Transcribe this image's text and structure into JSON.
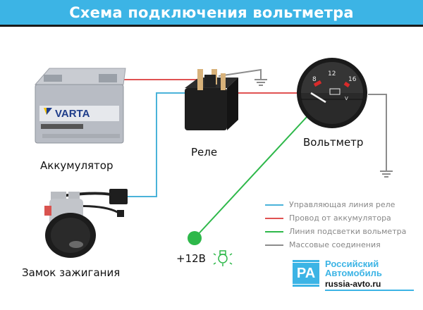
{
  "header": {
    "title": "Схема подключения вольтметра"
  },
  "components": {
    "battery": {
      "label": "Аккумулятор",
      "brand": "VARTA",
      "icon": "car-battery-icon"
    },
    "relay": {
      "label": "Реле",
      "icon": "relay-icon"
    },
    "voltmeter": {
      "label": "Вольтметр",
      "icon": "voltmeter-gauge-icon",
      "scale": [
        "8",
        "12",
        "16"
      ],
      "unit": "V"
    },
    "ignition": {
      "label": "Замок зажигания",
      "icon": "ignition-switch-icon"
    },
    "power": {
      "label": "+12В",
      "icon": "lamp-icon"
    }
  },
  "legend": {
    "items": [
      {
        "label": "Управляющая линия реле",
        "color": "#4ab3d9"
      },
      {
        "label": "Провод от аккумулятора",
        "color": "#e05252"
      },
      {
        "label": "Линия подсветки вольметра",
        "color": "#2eb84a"
      },
      {
        "label": "Массовые соединения",
        "color": "#8c8c8c"
      }
    ]
  },
  "logo": {
    "mark": "PA",
    "line1": "Российский",
    "line2": "Автомобиль",
    "url": "russia-avto.ru"
  },
  "colors": {
    "header": "#3cb4e5",
    "control": "#4ab3d9",
    "battery": "#e05252",
    "backlight": "#2eb84a",
    "ground": "#8c8c8c"
  }
}
